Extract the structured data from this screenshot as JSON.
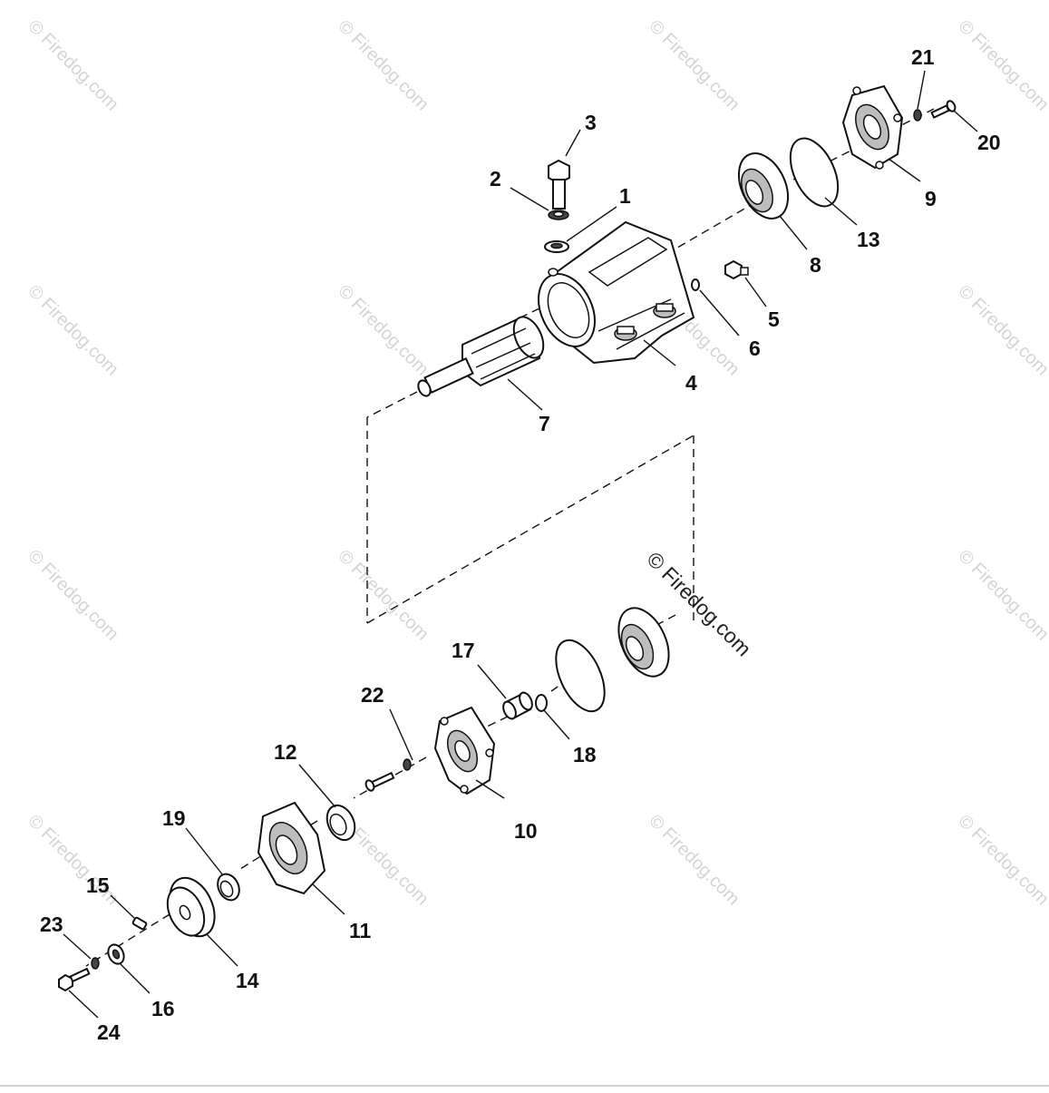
{
  "diagram": {
    "callouts": [
      {
        "id": "1",
        "text": "1"
      },
      {
        "id": "2",
        "text": "2"
      },
      {
        "id": "3",
        "text": "3"
      },
      {
        "id": "4",
        "text": "4"
      },
      {
        "id": "5",
        "text": "5"
      },
      {
        "id": "6",
        "text": "6"
      },
      {
        "id": "7",
        "text": "7"
      },
      {
        "id": "8",
        "text": "8"
      },
      {
        "id": "9",
        "text": "9"
      },
      {
        "id": "10",
        "text": "10"
      },
      {
        "id": "11",
        "text": "11"
      },
      {
        "id": "12",
        "text": "12"
      },
      {
        "id": "13",
        "text": "13"
      },
      {
        "id": "14",
        "text": "14"
      },
      {
        "id": "15",
        "text": "15"
      },
      {
        "id": "16",
        "text": "16"
      },
      {
        "id": "17",
        "text": "17"
      },
      {
        "id": "18",
        "text": "18"
      },
      {
        "id": "19",
        "text": "19"
      },
      {
        "id": "20",
        "text": "20"
      },
      {
        "id": "21",
        "text": "21"
      },
      {
        "id": "22",
        "text": "22"
      },
      {
        "id": "23",
        "text": "23"
      },
      {
        "id": "24",
        "text": "24"
      }
    ],
    "watermark_main": "© Firedog.com",
    "watermark_tile": "© Firedog.com"
  },
  "colors": {
    "line": "#111111",
    "shade": "#bdbdbd",
    "watermark": "#d4d4d4",
    "background": "#ffffff"
  }
}
